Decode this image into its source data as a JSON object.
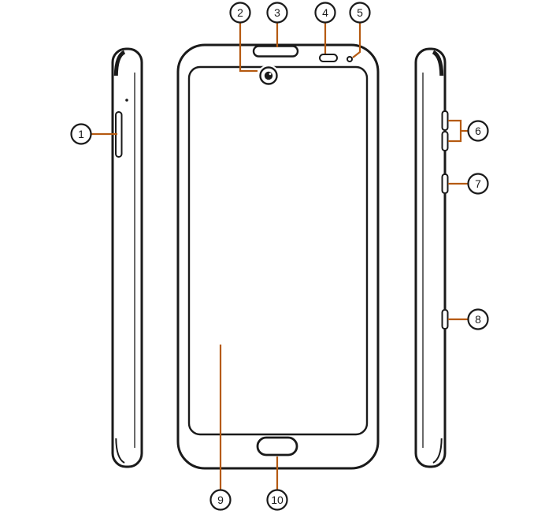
{
  "colors": {
    "accent": "#b55a11",
    "outline": "#1a1a1a",
    "background": "#ffffff"
  },
  "callouts": [
    {
      "number": "1"
    },
    {
      "number": "2"
    },
    {
      "number": "3"
    },
    {
      "number": "4"
    },
    {
      "number": "5"
    },
    {
      "number": "6"
    },
    {
      "number": "7"
    },
    {
      "number": "8"
    },
    {
      "number": "9"
    },
    {
      "number": "10"
    }
  ]
}
